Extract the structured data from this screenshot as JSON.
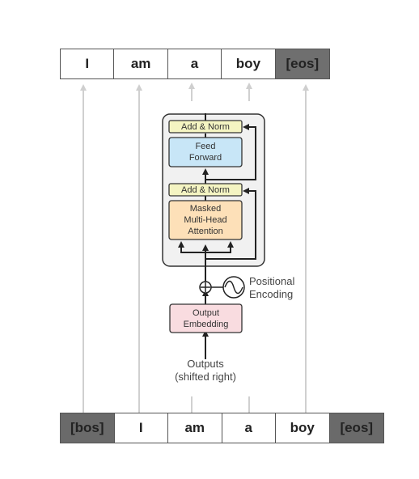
{
  "output_tokens": [
    {
      "text": "I",
      "special": false
    },
    {
      "text": "am",
      "special": false
    },
    {
      "text": "a",
      "special": false
    },
    {
      "text": "boy",
      "special": false
    },
    {
      "text": "[eos]",
      "special": true
    }
  ],
  "input_tokens": [
    {
      "text": "[bos]",
      "special": true
    },
    {
      "text": "I",
      "special": false
    },
    {
      "text": "am",
      "special": false
    },
    {
      "text": "a",
      "special": false
    },
    {
      "text": "boy",
      "special": false
    },
    {
      "text": "[eos]",
      "special": true
    }
  ],
  "decoder": {
    "add_norm_top": "Add & Norm",
    "feed_forward": "Feed\nForward",
    "add_norm_bottom": "Add & Norm",
    "masked_attention": "Masked\nMulti-Head\nAttention",
    "output_embedding": "Output\nEmbedding",
    "positional_encoding": "Positional\nEncoding",
    "outputs_label": "Outputs\n(shifted right)"
  },
  "colors": {
    "add_norm": "#f4f4c2",
    "feed_forward": "#c8e6f7",
    "attention": "#fde0b8",
    "embedding": "#f9dce0",
    "decoder_bg": "#f1f1f1",
    "special_cell": "#6f6f6f"
  }
}
